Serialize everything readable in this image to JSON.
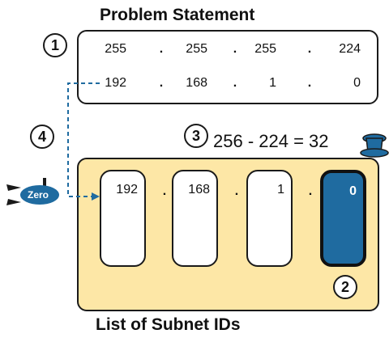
{
  "titles": {
    "problem": "Problem Statement",
    "list": "List of Subnet IDs"
  },
  "problem": {
    "mask": [
      "255",
      "255",
      "255",
      "224"
    ],
    "ip": [
      "192",
      "168",
      "1",
      "0"
    ],
    "separator": "."
  },
  "calculation": "256 - 224 = 32",
  "steps": [
    "1",
    "2",
    "3",
    "4"
  ],
  "subnet_ids": {
    "octets": [
      "192",
      "168",
      "1",
      "0"
    ],
    "highlighted_index": 3
  },
  "zero_icon_label": "Zero",
  "colors": {
    "panel": "#fde7a6",
    "highlight": "#1f6ba0",
    "connector": "#1f6ba0"
  }
}
